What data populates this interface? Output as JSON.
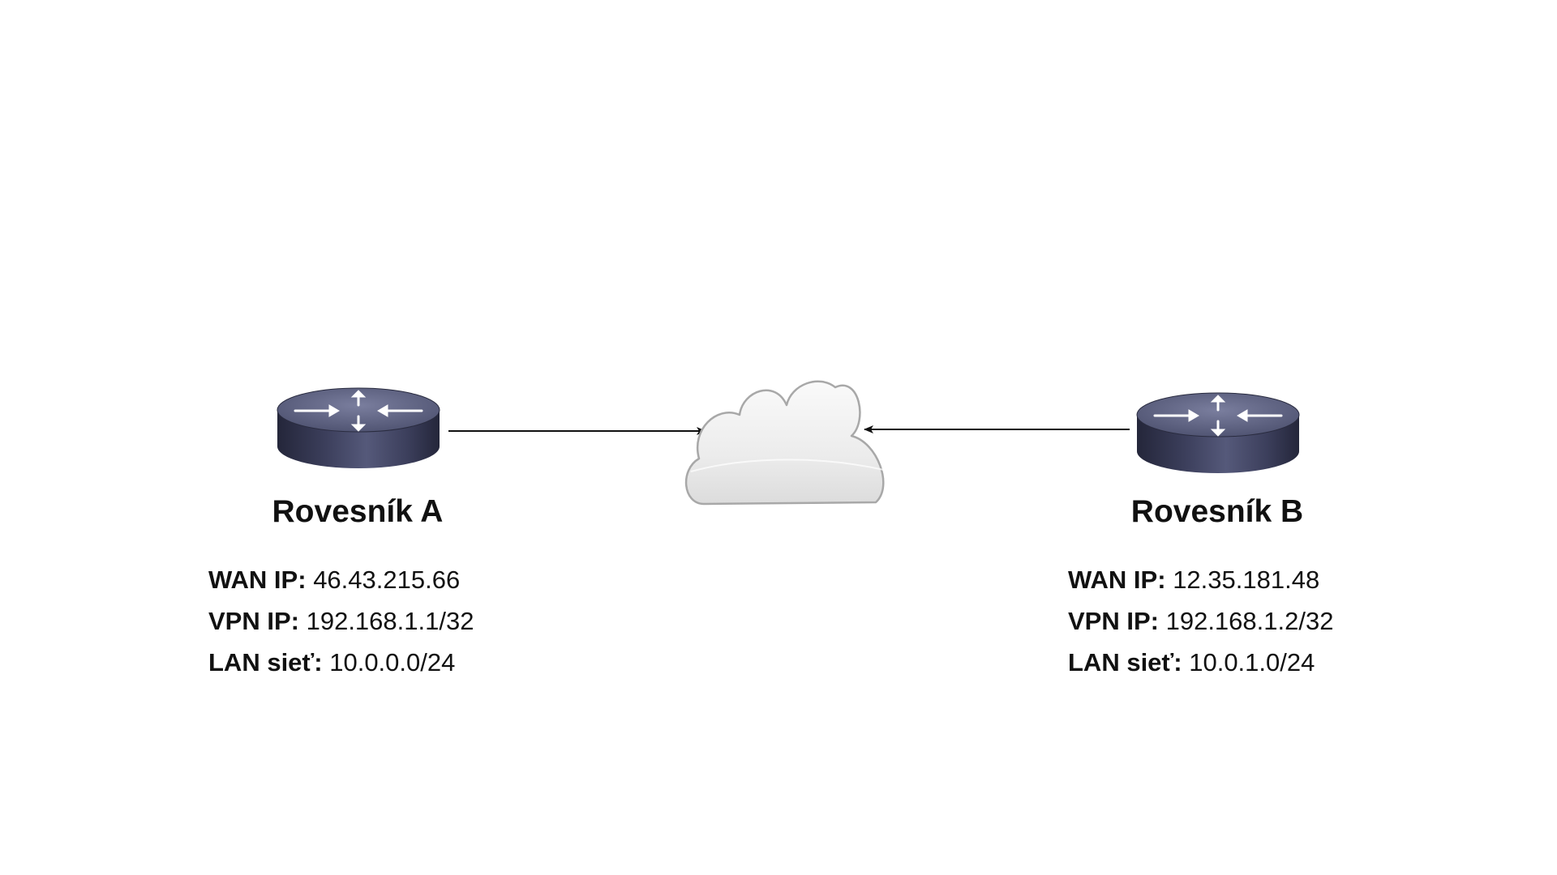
{
  "peers": [
    {
      "title": "Rovesník A",
      "rows": [
        {
          "label": "WAN IP:",
          "value": "46.43.215.66"
        },
        {
          "label": "VPN IP:",
          "value": "192.168.1.1/32"
        },
        {
          "label": "LAN sieť:",
          "value": "10.0.0.0/24"
        }
      ]
    },
    {
      "title": "Rovesník B",
      "rows": [
        {
          "label": "WAN IP:",
          "value": "12.35.181.48"
        },
        {
          "label": "VPN IP:",
          "value": "192.168.1.2/32"
        },
        {
          "label": "LAN sieť:",
          "value": "10.0.1.0/24"
        }
      ]
    }
  ],
  "icons": {
    "router": "router-icon",
    "cloud": "cloud-icon"
  },
  "colors": {
    "router_body": "#3a3d58",
    "router_top": "#5c6080",
    "cloud_fill": "#eeeeee",
    "cloud_stroke": "#b0b0b0",
    "connector": "#111111"
  }
}
